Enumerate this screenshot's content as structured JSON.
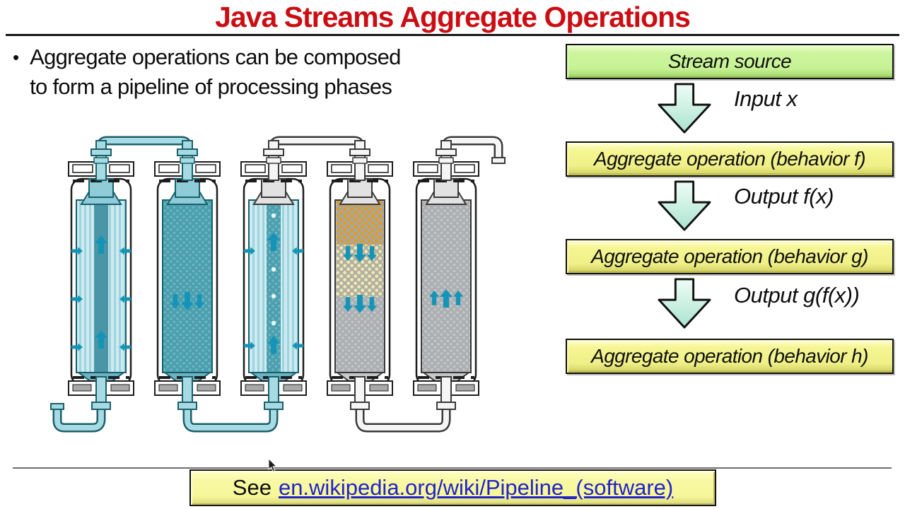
{
  "slide": {
    "title": "Java Streams Aggregate Operations",
    "bullet": {
      "marker": "•",
      "lines": [
        "Aggregate operations can be composed",
        "to form a pipeline of processing phases"
      ]
    },
    "flowchart": {
      "source": "Stream source",
      "stages": [
        "Aggregate operation (behavior f)",
        "Aggregate operation (behavior g)",
        "Aggregate operation (behavior h)"
      ],
      "arrows": [
        "Input x",
        "Output f(x)",
        "Output g(f(x))"
      ],
      "colors": {
        "source_fill": "#cdf59d",
        "stage_fill": "#f5f593",
        "arrow_fill": "#cdf1e3",
        "title_red": "#cb0e13"
      }
    },
    "footer": {
      "prefix": "See",
      "link": "en.wikipedia.org/wiki/Pipeline_(software)",
      "link_color": "#2222cc",
      "box_fill": "#f9f9a3"
    },
    "illustration": {
      "column_styles": [
        "striped-cyan",
        "dotted-teal",
        "striped-cyan-dotted-core",
        "dotted-gray-orange-cream",
        "dotted-gray"
      ],
      "colors": {
        "teal_pipe": "#a6dbe3",
        "teal_pipe_edge": "#1c5f6b",
        "white_pipe": "#f5f5f5",
        "white_pipe_edge": "#3a3a3a",
        "stripe_bg": "#cdebf0",
        "stripe": "#9fd3de",
        "teal_fill": "#4d9fae",
        "teal_dot": "#6cb9c6",
        "gray_fill": "#adb0b2",
        "gray_dot": "#c6c9ca",
        "orange_dot": "#e39c15",
        "cream_dot": "#efe9b0",
        "core_dark": "#4a96a6",
        "flow_arrow": "#1594b8"
      }
    }
  }
}
